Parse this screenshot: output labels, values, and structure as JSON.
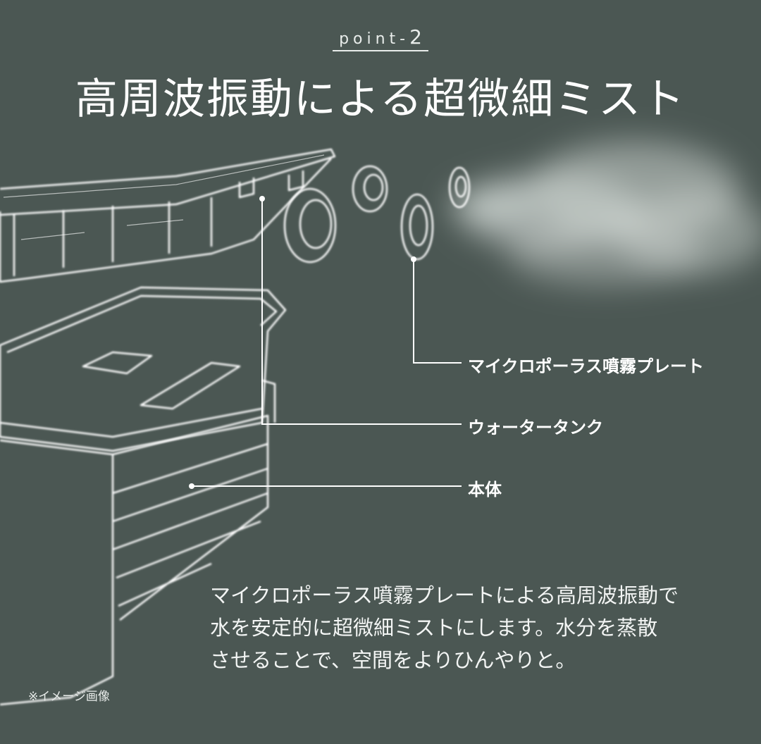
{
  "header": {
    "point_label": "point-",
    "point_number": "2",
    "title": "高周波振動による超微細ミスト"
  },
  "labels": {
    "plate": "マイクロポーラス噴霧プレート",
    "tank": "ウォータータンク",
    "body": "本体"
  },
  "description": {
    "line1": "マイクロポーラス噴霧プレートによる高周波振動で",
    "line2": "水を安定的に超微細ミストにします。水分を蒸散",
    "line3": "させることで、空間をよりひんやりと。"
  },
  "note": "※イメージ画像",
  "colors": {
    "background": "#4b5753",
    "line": "#ffffff",
    "mist": "#d9dfdc"
  }
}
